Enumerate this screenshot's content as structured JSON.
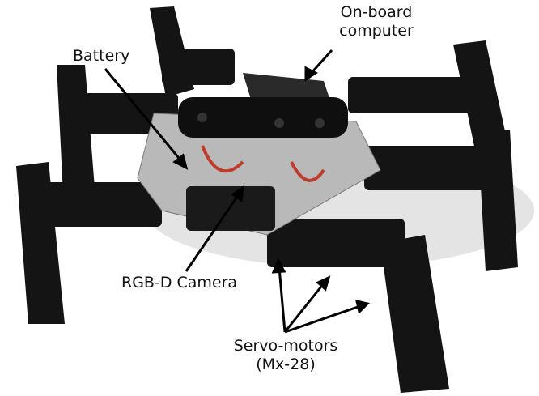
{
  "labels": {
    "computer": [
      "On-board",
      "computer"
    ],
    "battery": "Battery",
    "camera": "RGB-D Camera",
    "servos": [
      "Servo-motors",
      "(Mx-28)"
    ]
  },
  "colors": {
    "frame": "#141414",
    "plate": "#b9b9b9",
    "shadow": "#d6d6d6",
    "wire": "#c0392b"
  }
}
